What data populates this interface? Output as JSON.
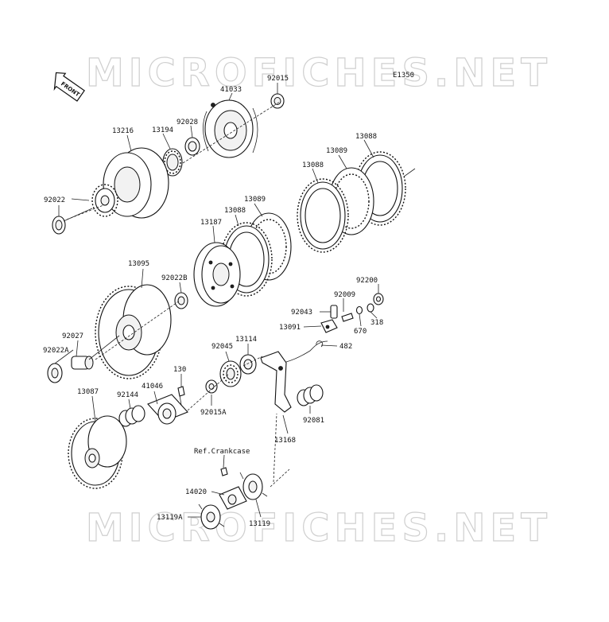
{
  "watermark": "MICROFICHES.NET",
  "figure_code": "E1350",
  "front_badge": "FRONT",
  "parts": {
    "p92015": "92015",
    "p41033": "41033",
    "p92028": "92028",
    "p13194": "13194",
    "p13216": "13216",
    "p13088a": "13088",
    "p13089a": "13089",
    "p13088b": "13088",
    "p92022": "92022",
    "p13089b": "13089",
    "p13088c": "13088",
    "p13187": "13187",
    "p13095": "13095",
    "p92022B": "92022B",
    "p92200": "92200",
    "p92009": "92009",
    "p92043": "92043",
    "p318": "318",
    "p670": "670",
    "p13091": "13091",
    "p482": "482",
    "p92027": "92027",
    "p92022A": "92022A",
    "p13114": "13114",
    "p92045": "92045",
    "p130": "130",
    "p41046": "41046",
    "p13087": "13087",
    "p92144": "92144",
    "p92015A": "92015A",
    "p92081": "92081",
    "p13168": "13168",
    "refcrank": "Ref.Crankcase",
    "p14020": "14020",
    "p13119A": "13119A",
    "p13119": "13119"
  }
}
